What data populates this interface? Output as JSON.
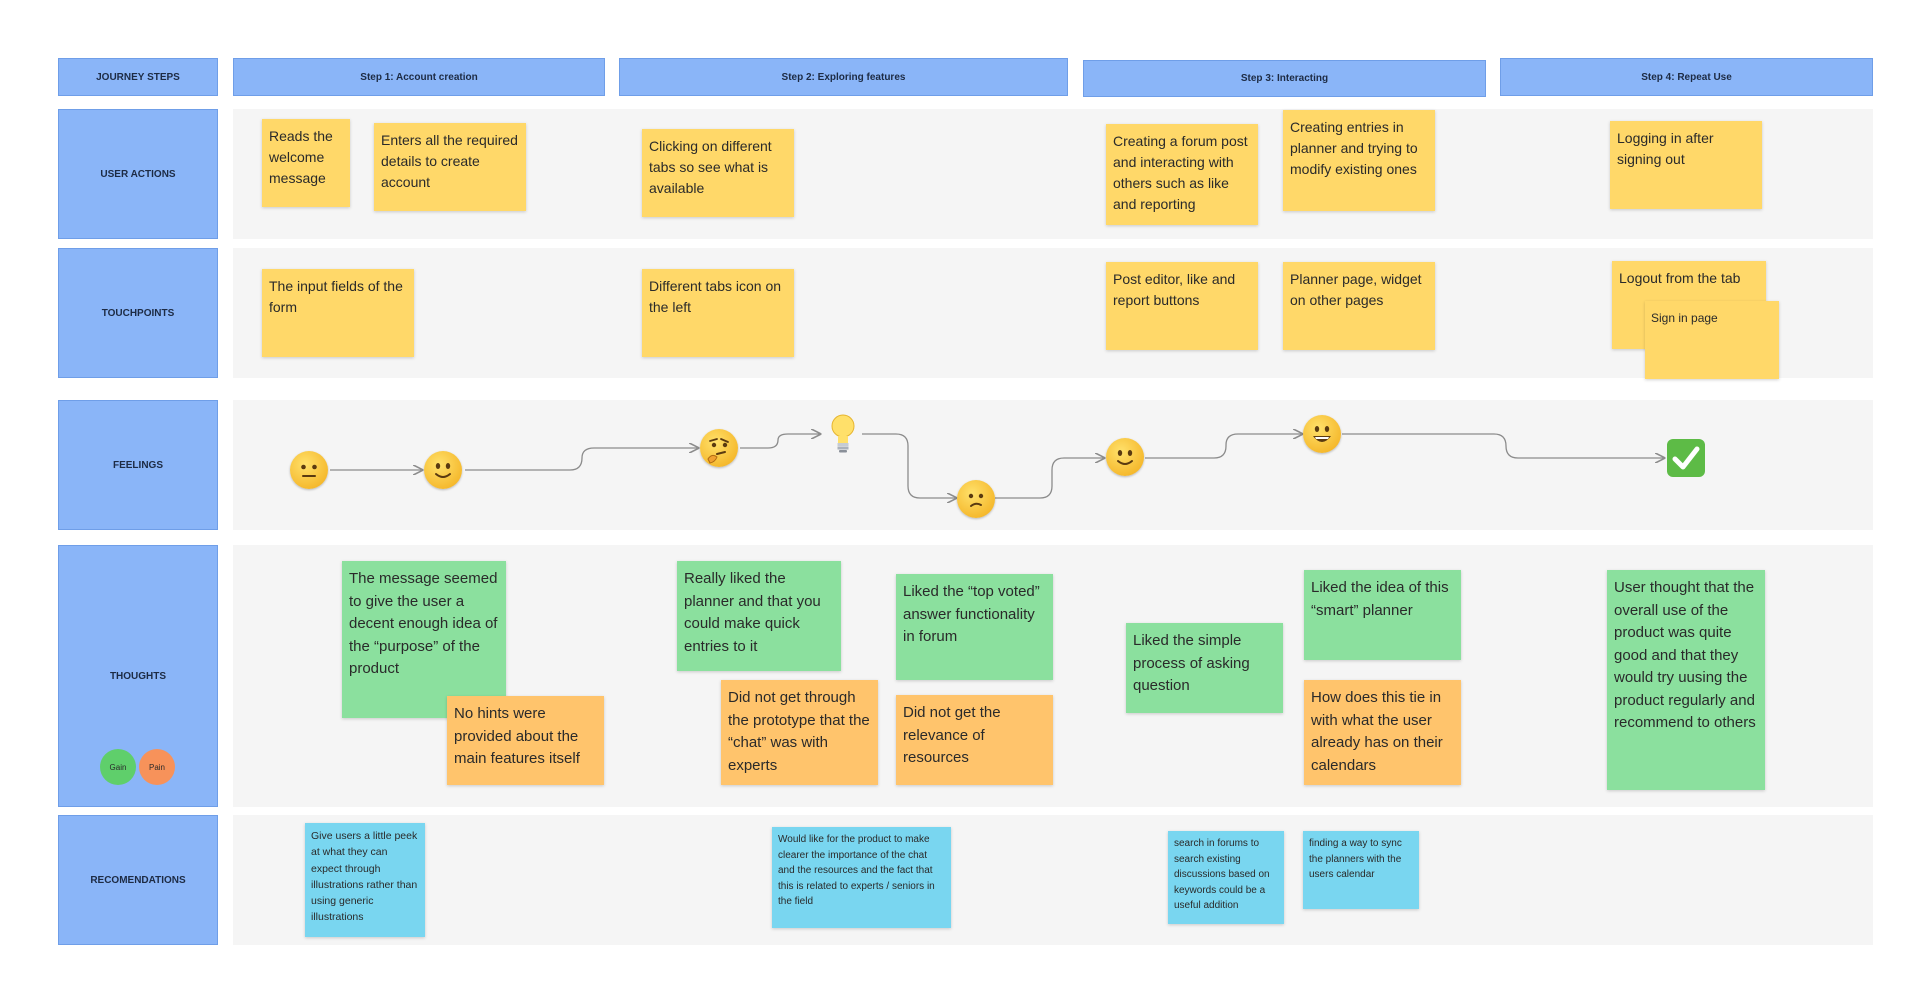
{
  "headers": {
    "journey": "JOURNEY STEPS",
    "step1": "Step 1: Account creation",
    "step2": "Step 2: Exploring features",
    "step3": "Step 3: Interacting",
    "step4": "Step 4: Repeat Use"
  },
  "rows": {
    "user_actions": "USER ACTIONS",
    "touchpoints": "TOUCHPOINTS",
    "feelings": "FEELINGS",
    "thoughts": "THOUGHTS",
    "recommendations": "RECOMENDATIONS"
  },
  "legend": {
    "gain": "Gain",
    "pain": "Pain"
  },
  "actions": [
    "Reads the welcome message",
    "Enters all the required details to create account",
    "Clicking on different tabs so see what is available",
    "Creating a forum post and interacting with others such as like and reporting",
    "Creating entries in planner and trying to modify existing ones",
    "Logging in after signing out"
  ],
  "touchpoints": [
    "The input fields of the form",
    "Different tabs icon on the left",
    "Post editor, like and report buttons",
    "Planner page, widget on other pages",
    "Logout from the tab",
    "Sign in page"
  ],
  "thoughts": [
    "The message seemed to give the user a decent enough idea of the “purpose” of the product",
    "No hints were provided about the main features itself",
    "Really liked the planner and that you could make quick entries to it",
    "Did not get through the prototype that the “chat” was with experts",
    "Liked the “top voted” answer functionality in forum",
    "Did not get the relevance of resources",
    "Liked the simple process of asking question",
    "Liked the idea of this “smart” planner",
    "How does this tie in with what the user already has on their calendars",
    "User thought that the overall use of the product was quite good and that they would try uusing the product regularly and recommend to others"
  ],
  "recommendations": [
    "Give users a little peek at what they can expect through illustrations rather than using generic illustrations",
    "Would like for the product to make clearer the importance of the chat and the resources and the fact that this is related to experts / seniors in the field",
    "search in forums to search existing discussions based on keywords could be a useful addition",
    "finding a way to sync the planners with the users calendar"
  ],
  "feelings": [
    "neutral-face-icon",
    "slight-smile-icon",
    "thinking-face-icon",
    "lightbulb-icon",
    "confused-face-icon",
    "slight-smile-icon",
    "grinning-face-icon",
    "check-mark-icon"
  ],
  "colors": {
    "header": "#8ab5f8",
    "yellow": "#ffd869",
    "green": "#8be09e",
    "orange": "#ffc46c",
    "blue": "#79d6f0",
    "lane": "#f5f5f5"
  }
}
